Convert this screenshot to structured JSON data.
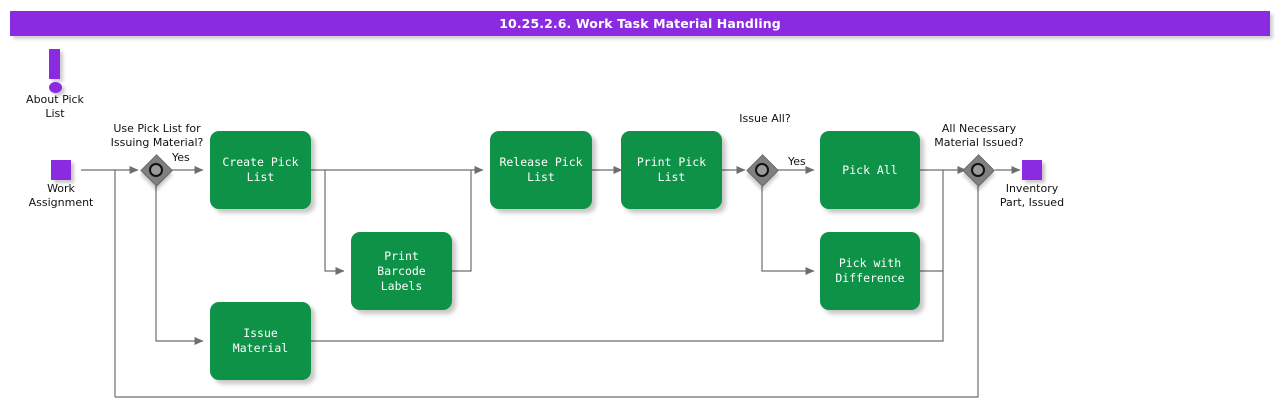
{
  "header": {
    "title": "10.25.2.6. Work Task Material Handling",
    "bar_color": "#8A2BE2",
    "text_color": "#FFFFFF"
  },
  "palette": {
    "task_fill": "#0E9247",
    "task_text": "#FFFFFF",
    "gateway_fill": "#808080",
    "data_object_fill": "#8A2BE2",
    "edge_color": "#6E6E6E",
    "canvas": "#FFFFFF"
  },
  "annotations": [
    {
      "id": "about-pick-list",
      "icon": "exclamation-icon",
      "label": "About Pick\nList"
    }
  ],
  "data_objects": [
    {
      "id": "work-assignment",
      "label": "Work\nAssignment"
    },
    {
      "id": "inventory-part-issued",
      "label": "Inventory\nPart, Issued"
    }
  ],
  "gateways": [
    {
      "id": "use-pick-list",
      "label": "Use Pick List for\nIssuing Material?",
      "type": "inclusive"
    },
    {
      "id": "issue-all",
      "label": "Issue All?",
      "type": "inclusive"
    },
    {
      "id": "all-necessary-material-issued",
      "label": "All Necessary\nMaterial Issued?",
      "type": "inclusive"
    }
  ],
  "tasks": [
    {
      "id": "create-pick-list",
      "label": "Create Pick List"
    },
    {
      "id": "print-barcode-labels",
      "label": "Print Barcode\nLabels"
    },
    {
      "id": "release-pick-list",
      "label": "Release Pick List"
    },
    {
      "id": "print-pick-list",
      "label": "Print Pick List"
    },
    {
      "id": "pick-all",
      "label": "Pick All"
    },
    {
      "id": "pick-with-difference",
      "label": "Pick with\nDifference"
    },
    {
      "id": "issue-material",
      "label": "Issue Material"
    }
  ],
  "edge_labels": [
    {
      "id": "use-pick-list-yes",
      "label": "Yes"
    },
    {
      "id": "issue-all-yes",
      "label": "Yes"
    }
  ]
}
